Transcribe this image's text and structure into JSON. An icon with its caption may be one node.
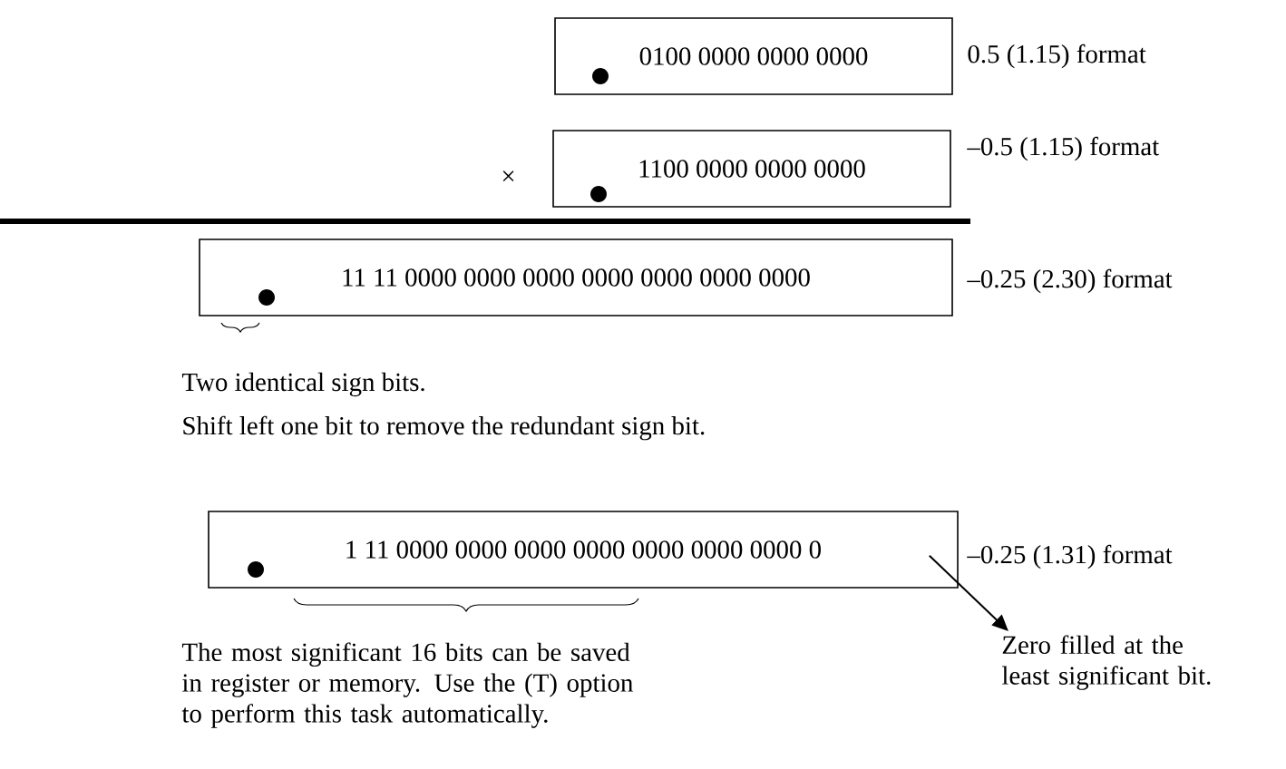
{
  "diagram": {
    "nodes": [
      {
        "text": [
          "0100 0000 0000 0000"
        ],
        "beside": [
          "0.5  (1.15) format"
        ]
      },
      {
        "text": [
          "1100 0000 0000 0000"
        ],
        "beside": [
          "–0.5 (1.15) format"
        ]
      },
      {
        "text": [
          "11 11 0000 0000 0000 0000 0000 0000 0000"
        ],
        "beside": [
          "–0.25 (2.30) format"
        ]
      },
      {
        "text": [
          "1 11 0000 0000 0000 0000 0000 0000 0000 0"
        ],
        "beside": [
          "–0.25 (1.31) format"
        ]
      },
      {
        "text": [
          "Zero filled at the least significant bit."
        ]
      }
    ],
    "edges": [
      {
        "from": 3,
        "to": 4,
        "arrow": "to"
      }
    ],
    "labels": [
      "×",
      "Two identical sign bits.",
      "Shift left one bit to remove the redundant sign bit.",
      "The most significant 16 bits can be saved in register or memory. Use the (T) option to perform this task automatically."
    ]
  }
}
